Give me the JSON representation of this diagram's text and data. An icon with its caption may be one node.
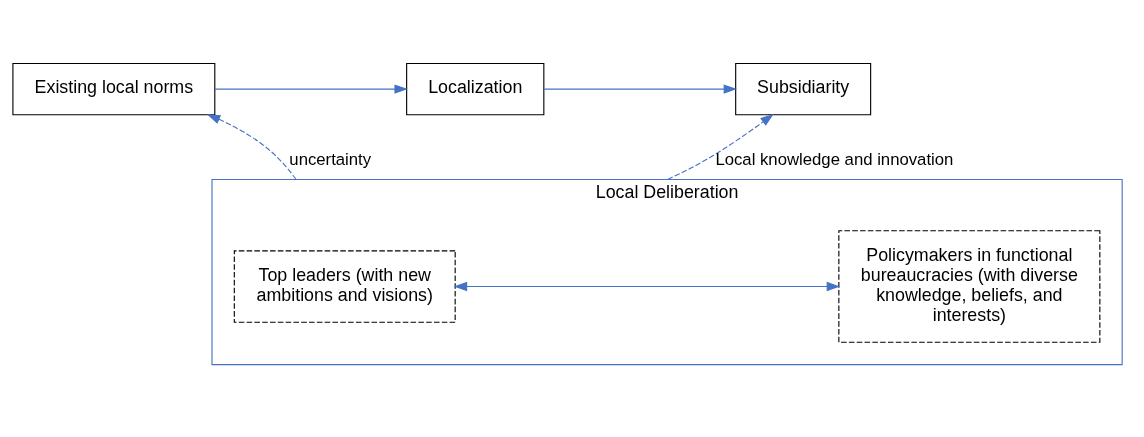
{
  "diagram": {
    "nodes": [
      {
        "text": [
          "Existing local norms"
        ]
      },
      {
        "text": [
          "Localization"
        ]
      },
      {
        "text": [
          "Subsidiarity"
        ]
      },
      {
        "text": [
          "Local Deliberation"
        ]
      },
      {
        "text": [
          "Top leaders (with new ambitions and visions)"
        ],
        "in": 3
      },
      {
        "text": [
          "Policymakers in functional bureaucracies (with diverse knowledge, beliefs, and interests)"
        ],
        "in": 3
      }
    ],
    "edges": [
      {
        "from": 0,
        "to": 1,
        "arrow": "to"
      },
      {
        "from": 1,
        "to": 2,
        "arrow": "to"
      },
      {
        "from": 3,
        "to": 0,
        "arrow": "to",
        "label": "uncertainty",
        "style": "dashed"
      },
      {
        "from": 3,
        "to": 2,
        "arrow": "to",
        "label": "Local knowledge and innovation",
        "style": "dashed"
      },
      {
        "from": 4,
        "to": 5,
        "arrow": "both"
      }
    ]
  }
}
